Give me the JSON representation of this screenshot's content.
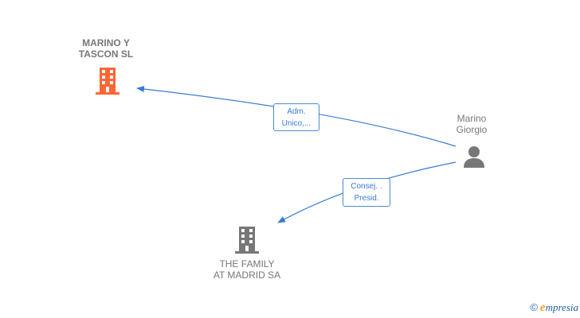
{
  "nodes": {
    "marino_tascon": {
      "label": "MARINO Y\nTASCON  SL",
      "color": "#ff6633"
    },
    "marino_giorgio": {
      "label": "Marino\nGiorgio",
      "color": "#777777"
    },
    "the_family": {
      "label": "THE FAMILY\nAT MADRID SA",
      "color": "#777777"
    }
  },
  "edges": {
    "adm": {
      "label": "Adm.\nUnico,..."
    },
    "consej": {
      "label": "Consej. .\nPresid."
    }
  },
  "edge_color": "#3a7bd5",
  "watermark": {
    "copyright": "©",
    "brand_e": "e",
    "brand_rest": "mpresia"
  }
}
